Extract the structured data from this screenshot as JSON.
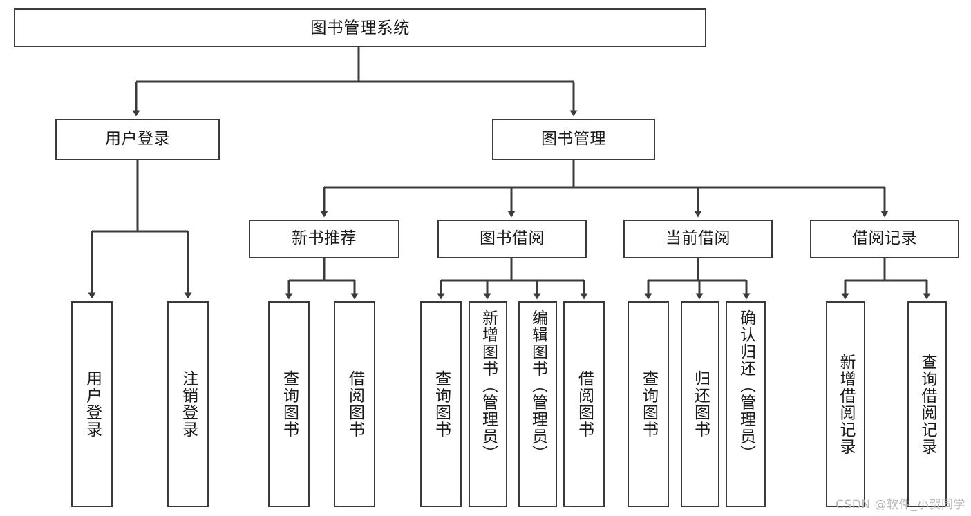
{
  "diagram": {
    "title": "图书管理系统",
    "type": "tree",
    "stroke_color": "#3b3b3b",
    "fill_color": "#ffffff",
    "background": "#ffffff",
    "watermark": "CSDN @软件_小贺同学",
    "levels": [
      {
        "level": 0,
        "nodes": [
          {
            "id": "root",
            "label": "图书管理系统"
          }
        ]
      },
      {
        "level": 1,
        "nodes": [
          {
            "id": "login",
            "label": "用户登录",
            "parent": "root"
          },
          {
            "id": "bookmgmt",
            "label": "图书管理",
            "parent": "root"
          }
        ]
      },
      {
        "level": 2,
        "nodes": [
          {
            "id": "recommend",
            "label": "新书推荐",
            "parent": "bookmgmt"
          },
          {
            "id": "borrow",
            "label": "图书借阅",
            "parent": "bookmgmt"
          },
          {
            "id": "current",
            "label": "当前借阅",
            "parent": "bookmgmt"
          },
          {
            "id": "records",
            "label": "借阅记录",
            "parent": "bookmgmt"
          }
        ]
      },
      {
        "level": 3,
        "nodes": [
          {
            "id": "leaf-user-login",
            "label": "用户登录",
            "parent": "login"
          },
          {
            "id": "leaf-logout",
            "label": "注销登录",
            "parent": "login"
          },
          {
            "id": "leaf-query-book-1",
            "label": "查询图书",
            "parent": "recommend"
          },
          {
            "id": "leaf-borrow-book-1",
            "label": "借阅图书",
            "parent": "recommend"
          },
          {
            "id": "leaf-query-book-2",
            "label": "查询图书",
            "parent": "borrow"
          },
          {
            "id": "leaf-add-book",
            "label": "新增图书（管理员）",
            "parent": "borrow"
          },
          {
            "id": "leaf-edit-book",
            "label": "编辑图书（管理员）",
            "parent": "borrow"
          },
          {
            "id": "leaf-borrow-book-2",
            "label": "借阅图书",
            "parent": "borrow"
          },
          {
            "id": "leaf-query-book-3",
            "label": "查询图书",
            "parent": "current"
          },
          {
            "id": "leaf-return-book",
            "label": "归还图书",
            "parent": "current"
          },
          {
            "id": "leaf-confirm-return",
            "label": "确认归还（管理员）",
            "parent": "current"
          },
          {
            "id": "leaf-add-record",
            "label": "新增借阅记录",
            "parent": "records"
          },
          {
            "id": "leaf-query-record",
            "label": "查询借阅记录",
            "parent": "records"
          }
        ]
      }
    ]
  }
}
